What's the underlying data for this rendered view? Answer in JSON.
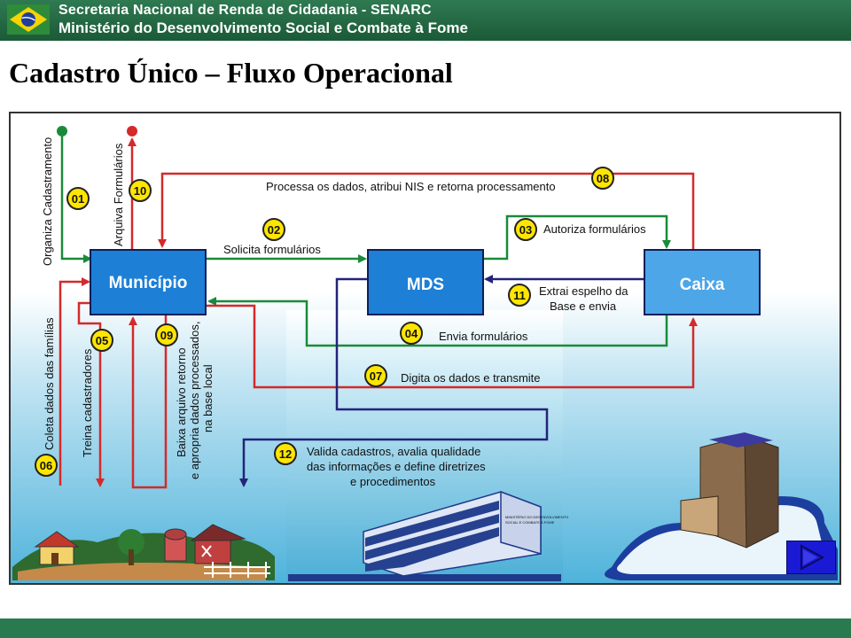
{
  "header": {
    "line1": "Secretaria Nacional de Renda de Cidadania - SENARC",
    "line2": "Ministério do Desenvolvimento Social e Combate à Fome"
  },
  "title": "Cadastro Único – Fluxo Operacional",
  "nodes": {
    "municipio": "Município",
    "mds": "MDS",
    "caixa": "Caixa"
  },
  "steps": {
    "s01": {
      "num": "01",
      "label": "Organiza Cadastramento"
    },
    "s02": {
      "num": "02",
      "label": "Solicita formulários"
    },
    "s03": {
      "num": "03",
      "label": "Autoriza formulários"
    },
    "s04": {
      "num": "04",
      "label": "Envia formulários"
    },
    "s05": {
      "num": "05",
      "label": "Treina cadastradores"
    },
    "s06": {
      "num": "06",
      "label": "Coleta dados das famílias"
    },
    "s07": {
      "num": "07",
      "label": "Digita os dados e transmite"
    },
    "s08": {
      "num": "08",
      "label": "Processa os dados, atribui NIS e retorna processamento"
    },
    "s09": {
      "num": "09",
      "label_lines": [
        "Baixa arquivo retorno",
        "e apropria dados processados,",
        "na base local"
      ]
    },
    "s10": {
      "num": "10",
      "label": "Arquiva Formulários"
    },
    "s11": {
      "num": "11",
      "label_lines": [
        "Extrai espelho da",
        "Base e envia"
      ]
    },
    "s12": {
      "num": "12",
      "label_lines": [
        "Valida cadastros, avalia qualidade",
        "das informações e define diretrizes",
        "e procedimentos"
      ]
    }
  },
  "building_sign": [
    "MINISTÉRIO DO DESENVOLVIMENTO",
    "SOCIAL E COMBATE À FOME"
  ],
  "colors": {
    "red": "#d42a2a",
    "green": "#1a8a3a",
    "navy": "#23237a",
    "box_blue": "#1d7fd6",
    "badge_yellow": "#ffe600",
    "header_green": "#236b43"
  },
  "icons": {
    "next": "play-triangle-icon",
    "flag": "brazil-flag-icon"
  }
}
